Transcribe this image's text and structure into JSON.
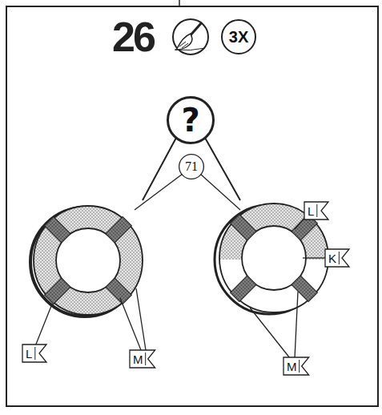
{
  "diagram": {
    "title": "26",
    "nodes": [
      {
        "text": [
          "3X"
        ]
      },
      {
        "text": [
          "?"
        ]
      },
      {
        "text": [
          "71"
        ]
      },
      {
        "text": [
          "L"
        ]
      },
      {
        "text": [
          "K"
        ]
      },
      {
        "text": [
          "L"
        ]
      },
      {
        "text": [
          "M"
        ]
      },
      {
        "text": [
          "M"
        ]
      }
    ]
  }
}
